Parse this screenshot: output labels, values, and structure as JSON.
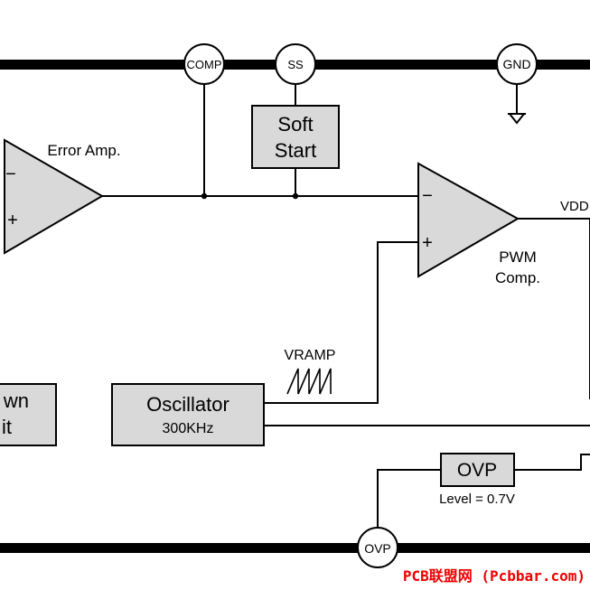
{
  "pins": {
    "comp": "COMP",
    "ss": "SS",
    "gnd": "GND",
    "ovp": "OVP"
  },
  "blocks": {
    "soft_start_line1": "Soft",
    "soft_start_line2": "Start",
    "oscillator": "Oscillator",
    "oscillator_freq": "300KHz",
    "ovp": "OVP",
    "left_block_line1": "wn",
    "left_block_line2": "it"
  },
  "labels": {
    "error_amp": "Error Amp.",
    "pwm_comp_line1": "PWM",
    "pwm_comp_line2": "Comp.",
    "vramp": "VRAMP",
    "vdd": "VDD",
    "ovp_level": "Level = 0.7V",
    "minus": "−",
    "plus": "+"
  },
  "watermark": "PCB联盟网 (Pcbbar.com)"
}
